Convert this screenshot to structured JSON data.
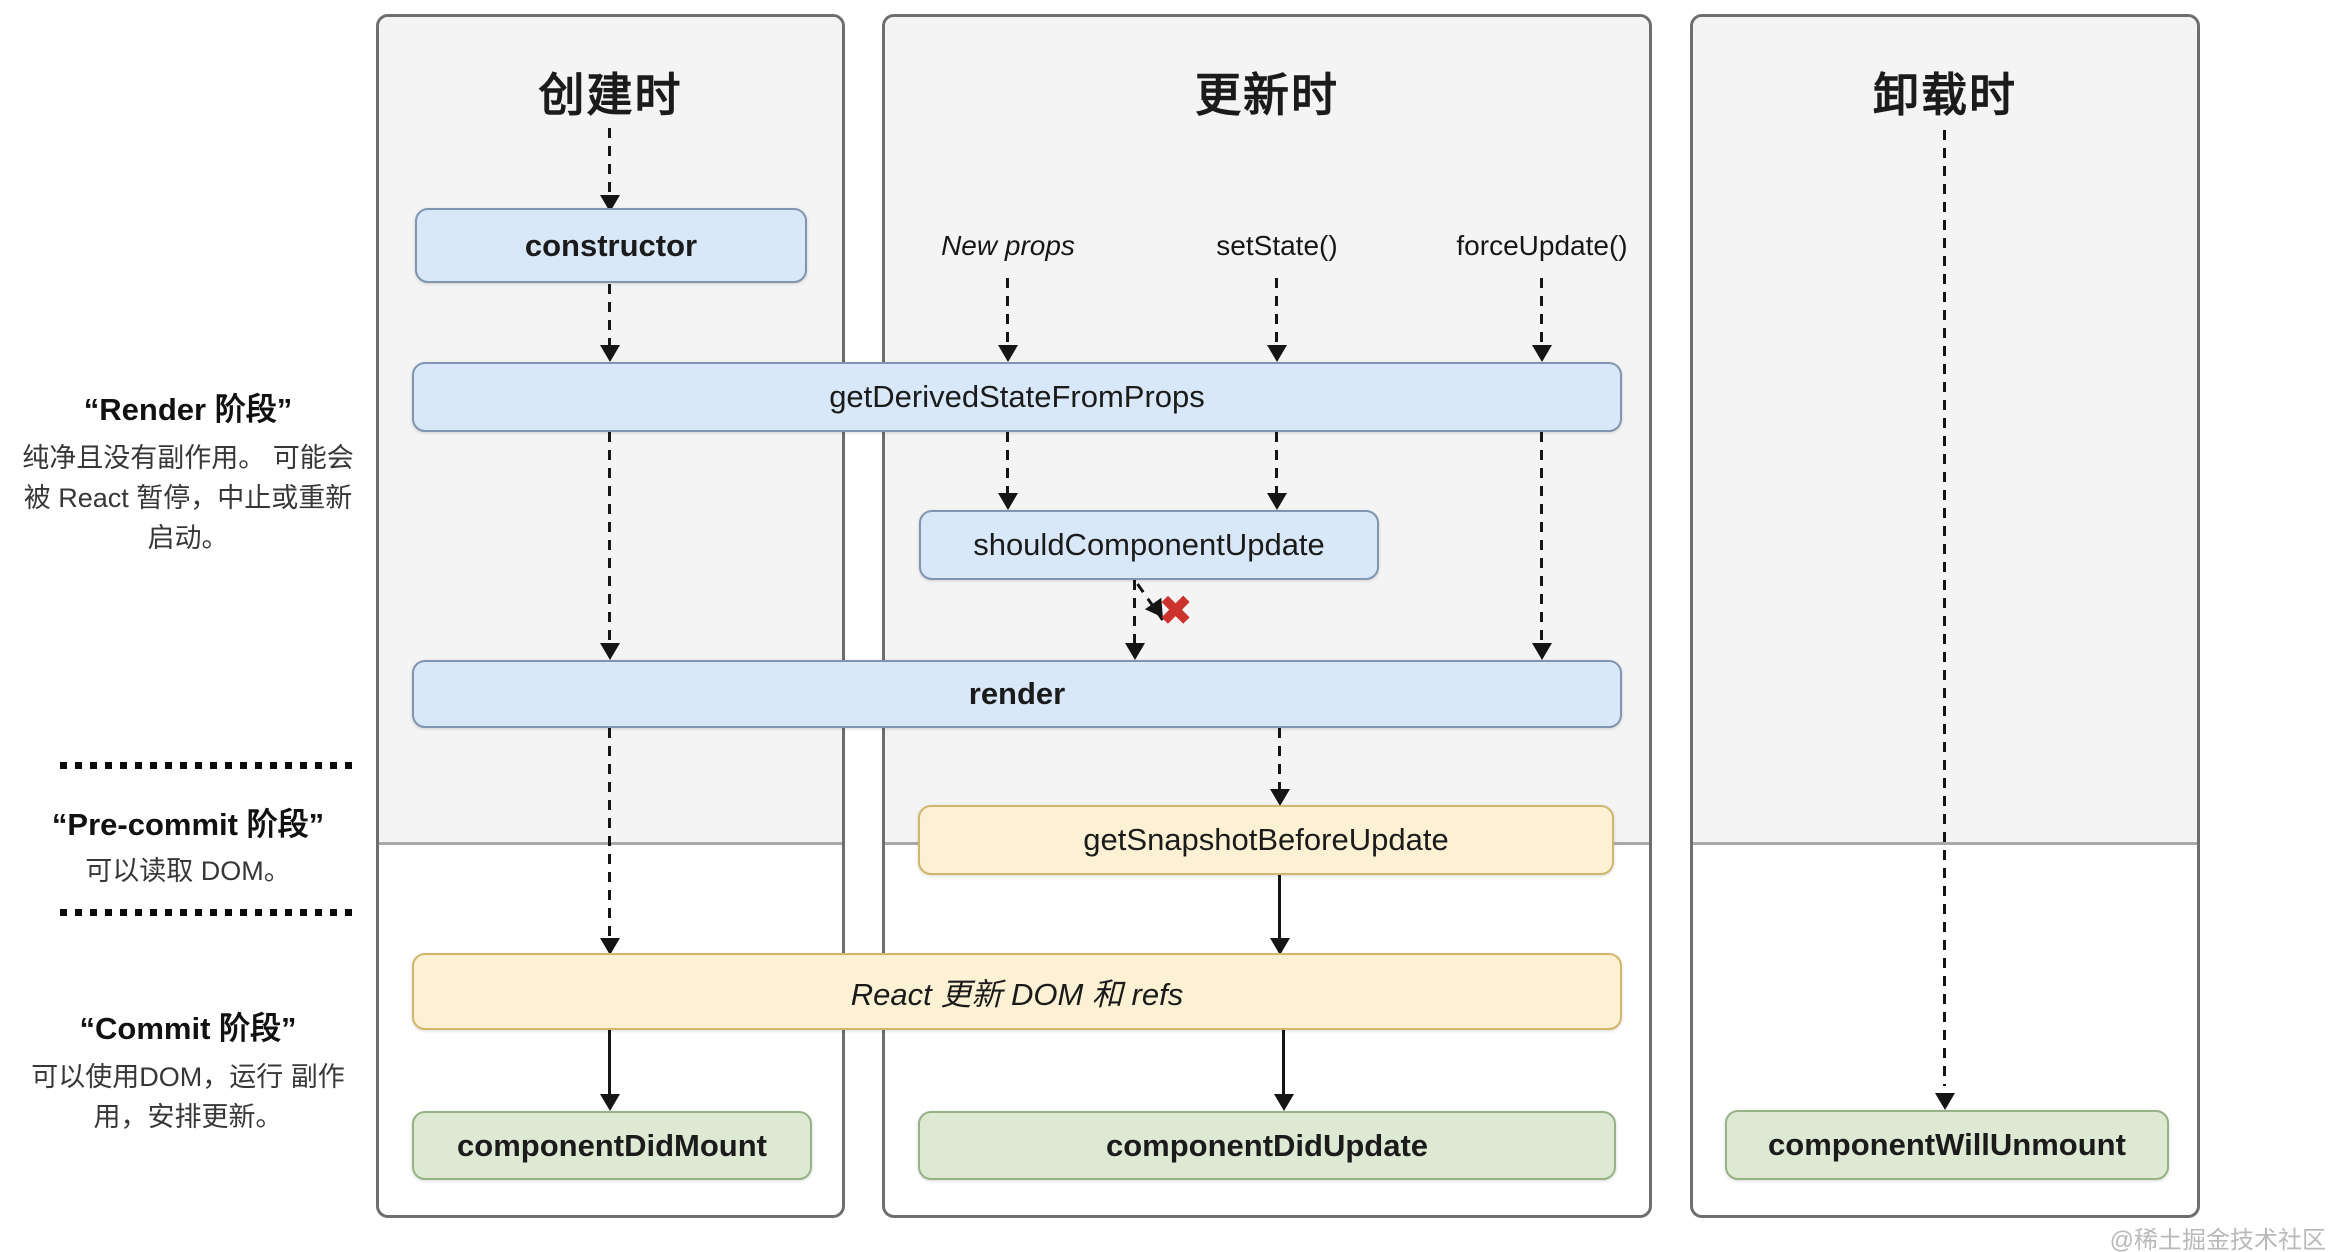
{
  "colors": {
    "column-bg": "#f4f4f5",
    "column-border": "#6e6e6e",
    "divider": "#a9a9a9",
    "blue-fill": "#d9e8f8",
    "blue-border": "#8095b0",
    "yellow-fill": "#fcf1d4",
    "yellow-border": "#d2b76a",
    "green-fill": "#dde9d3",
    "green-border": "#96b286",
    "line": "#151515",
    "reject": "#cd332d",
    "watermark": "#b9b9b9"
  },
  "sidebar": {
    "sections": [
      {
        "title": "“Render 阶段”",
        "desc": "纯净且没有副作用。 可能会被 React 暂停，中止或重新启动。"
      },
      {
        "title": "“Pre-commit 阶段”",
        "desc": "可以读取 DOM。"
      },
      {
        "title": "“Commit 阶段”",
        "desc": "可以使用DOM，运行 副作用，安排更新。"
      }
    ]
  },
  "columns": [
    {
      "title": "创建时"
    },
    {
      "title": "更新时"
    },
    {
      "title": "卸载时"
    }
  ],
  "triggers": [
    {
      "label": "New props"
    },
    {
      "label": "setState()"
    },
    {
      "label": "forceUpdate()"
    }
  ],
  "nodes": {
    "constructor": "constructor",
    "getDerivedStateFromProps": "getDerivedStateFromProps",
    "shouldComponentUpdate": "shouldComponentUpdate",
    "render": "render",
    "getSnapshotBeforeUpdate": "getSnapshotBeforeUpdate",
    "reactUpdates": "React 更新 DOM 和 refs",
    "componentDidMount": "componentDidMount",
    "componentDidUpdate": "componentDidUpdate",
    "componentWillUnmount": "componentWillUnmount"
  },
  "icons": {
    "reject-x": "✖"
  },
  "watermark": "@稀土掘金技术社区"
}
